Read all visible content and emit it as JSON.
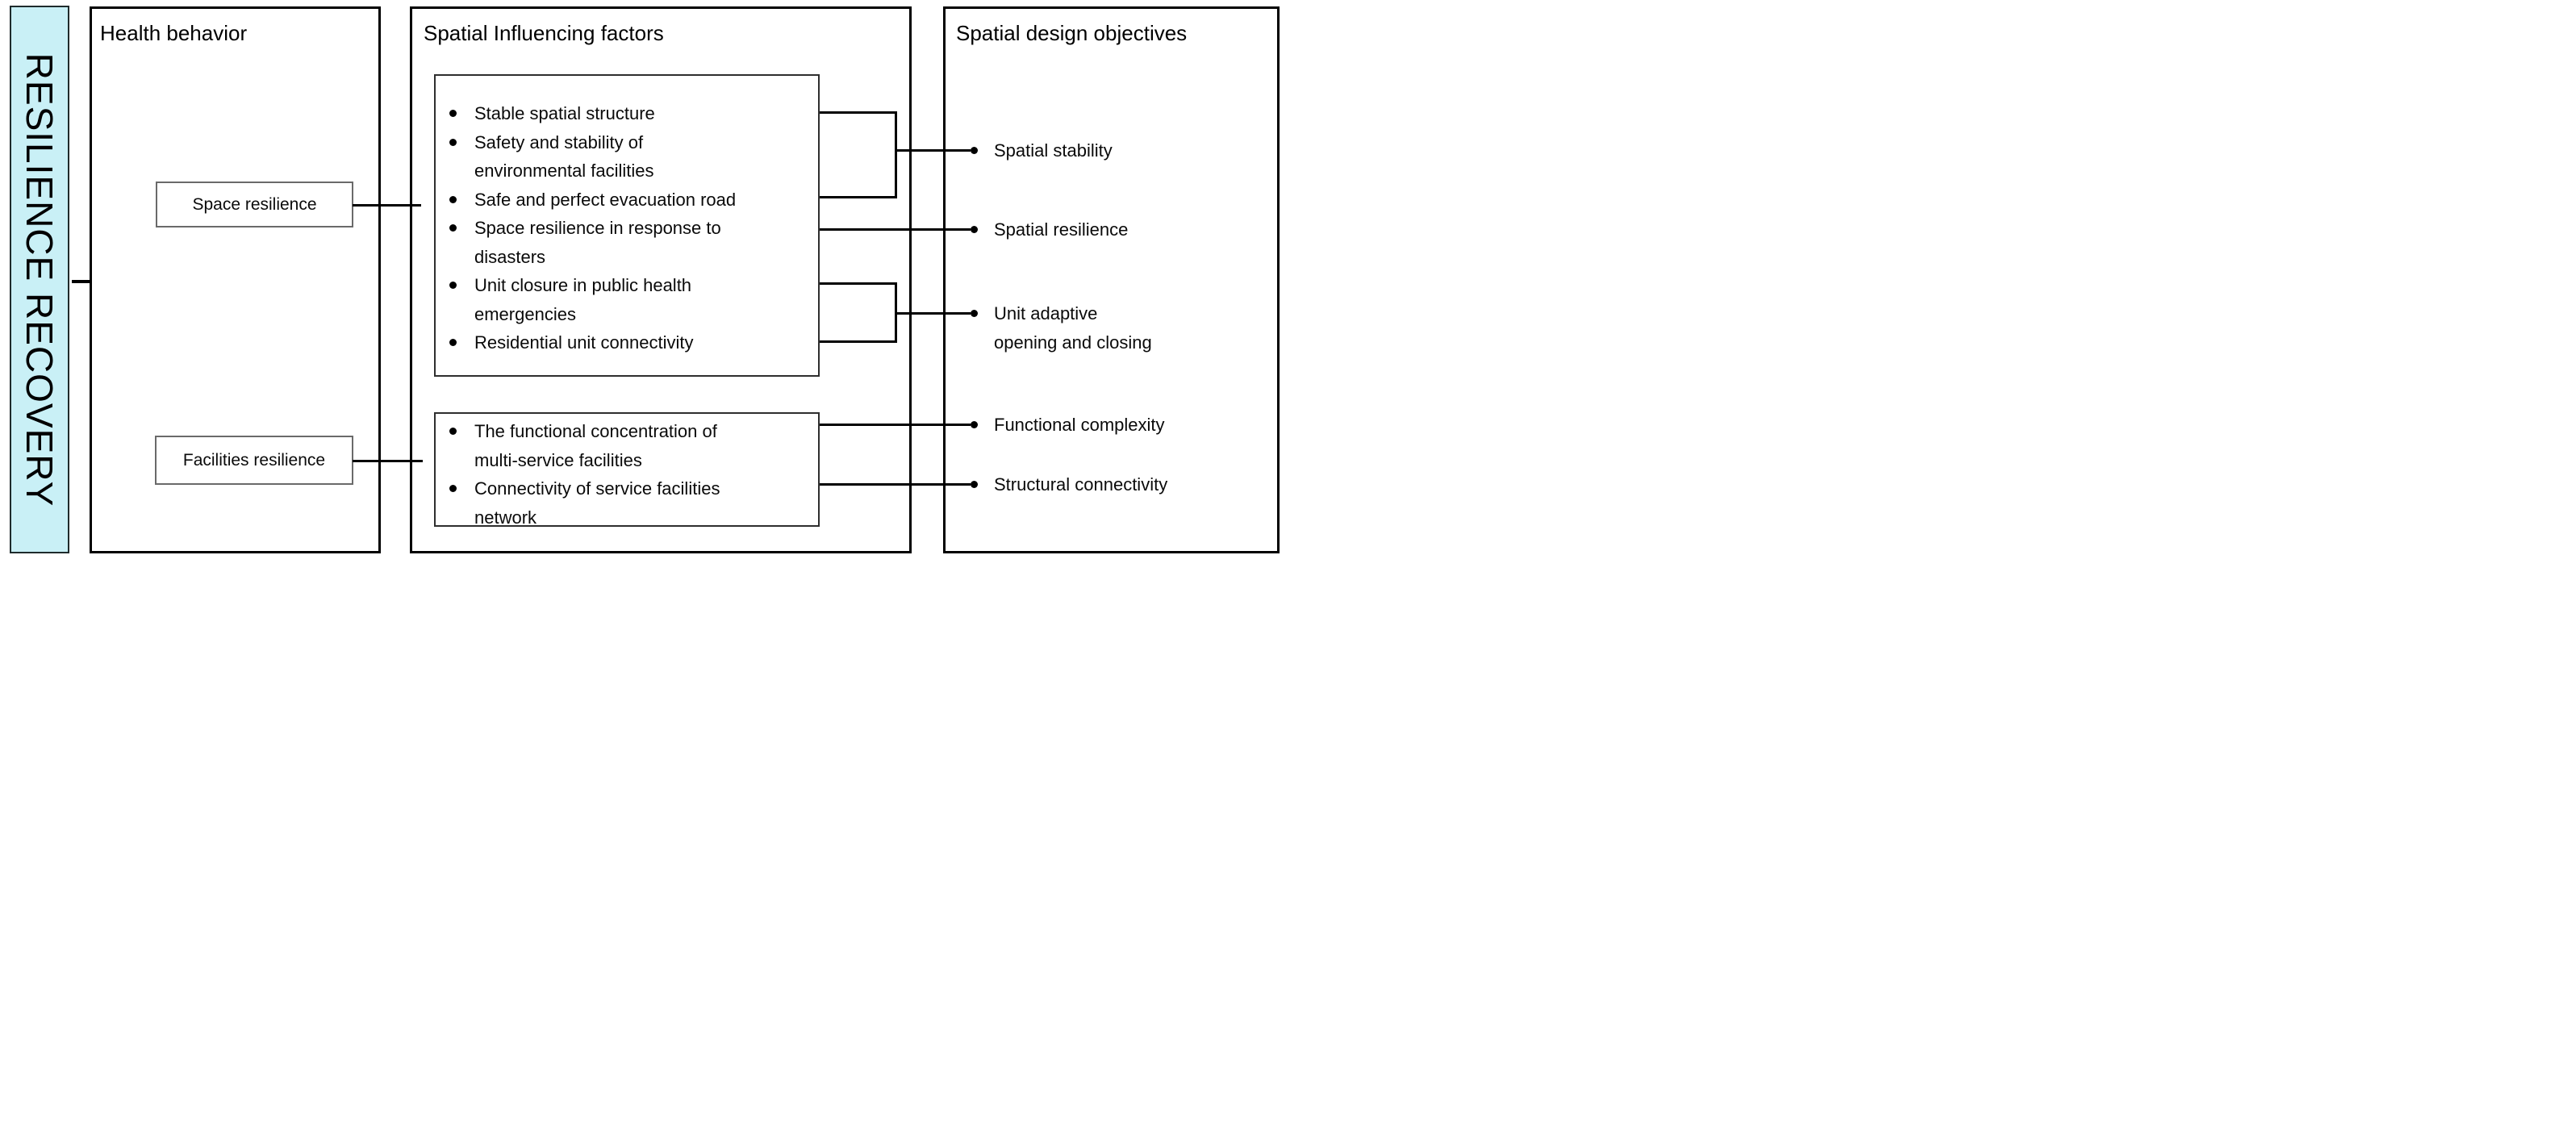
{
  "diagram": {
    "vertical_label": "RESILIENCE RECOVERY",
    "colors": {
      "vertical_bar_bg": "#c9f0f6",
      "line": "#000000",
      "box_border": "#000000"
    }
  },
  "health": {
    "title": "Health behavior",
    "space_box_label": "Space resilience",
    "facilities_box_label": "Facilities resilience"
  },
  "factors": {
    "title": "Spatial Influencing factors",
    "top_items": [
      {
        "lines": [
          "Stable spatial structure"
        ]
      },
      {
        "lines": [
          "Safety and stability of",
          "environmental facilities"
        ]
      },
      {
        "lines": [
          "Safe and perfect evacuation road"
        ]
      },
      {
        "lines": [
          "Space resilience in response to",
          "disasters"
        ]
      },
      {
        "lines": [
          "Unit closure in public health",
          "emergencies"
        ]
      },
      {
        "lines": [
          "Residential unit connectivity"
        ]
      }
    ],
    "bottom_items": [
      {
        "lines": [
          "The functional concentration of",
          "multi-service facilities"
        ]
      },
      {
        "lines": [
          "Connectivity of service facilities",
          "network"
        ]
      }
    ]
  },
  "objectives": {
    "title": "Spatial design objectives",
    "items": [
      {
        "lines": [
          "Spatial stability"
        ]
      },
      {
        "lines": [
          "Spatial resilience"
        ]
      },
      {
        "lines": [
          "Unit adaptive",
          "opening and closing"
        ]
      },
      {
        "lines": [
          "Functional complexity"
        ]
      },
      {
        "lines": [
          "Structural connectivity"
        ]
      }
    ]
  }
}
